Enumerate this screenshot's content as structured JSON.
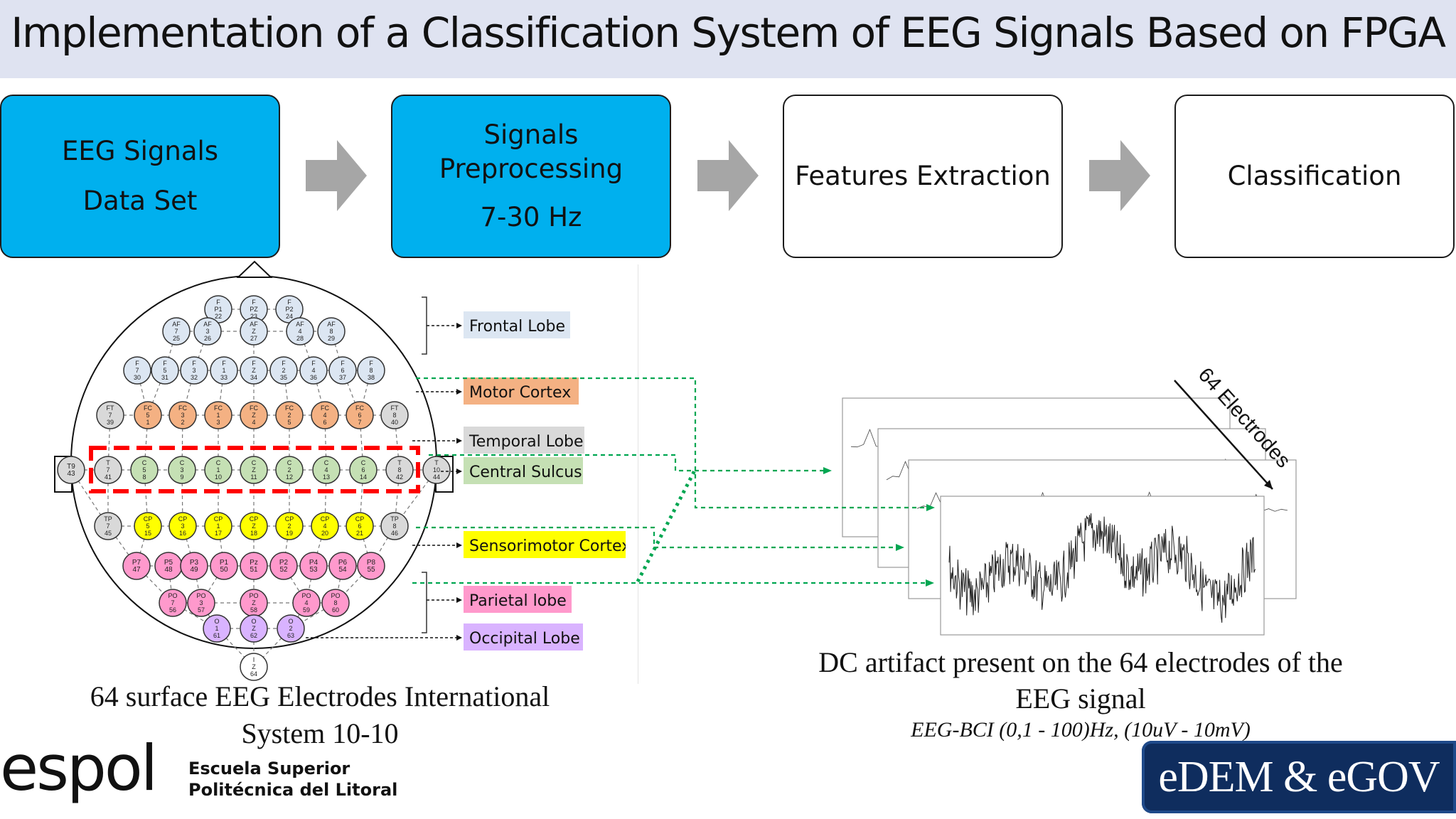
{
  "title": "Implementation of a Classification System of EEG Signals Based on FPGA",
  "stages": [
    {
      "lines": [
        "EEG Signals",
        "Data Set"
      ],
      "color": "#00b0ee"
    },
    {
      "lines": [
        "Signals",
        "Preprocessing",
        "7-30 Hz"
      ],
      "color": "#00b0ee"
    },
    {
      "lines": [
        "Features Extraction"
      ],
      "color": "#ffffff"
    },
    {
      "lines": [
        "Classification"
      ],
      "color": "#ffffff"
    }
  ],
  "arrow_color": "#a6a6a6",
  "lobes": [
    {
      "label": "Frontal Lobe",
      "color": "#dce6f2"
    },
    {
      "label": "Motor Cortex",
      "color": "#f4b183"
    },
    {
      "label": "Temporal Lobe",
      "color": "#d9d9d9"
    },
    {
      "label": "Central Sulcus",
      "color": "#c5e0b4"
    },
    {
      "label": "Sensorimotor Cortex",
      "color": "#ffff00"
    },
    {
      "label": "Parietal lobe",
      "color": "#ff99cc"
    },
    {
      "label": "Occipital Lobe",
      "color": "#d9b3ff"
    }
  ],
  "electrodes": [
    {
      "t": "F",
      "n": "P1",
      "num": "22",
      "c": "front"
    },
    {
      "t": "F",
      "n": "PZ",
      "num": "23",
      "c": "front"
    },
    {
      "t": "F",
      "n": "P2",
      "num": "24",
      "c": "front"
    },
    {
      "t": "AF",
      "n": "7",
      "num": "25",
      "c": "front"
    },
    {
      "t": "AF",
      "n": "3",
      "num": "26",
      "c": "front"
    },
    {
      "t": "AF",
      "n": "Z",
      "num": "27",
      "c": "front"
    },
    {
      "t": "AF",
      "n": "4",
      "num": "28",
      "c": "front"
    },
    {
      "t": "AF",
      "n": "8",
      "num": "29",
      "c": "front"
    },
    {
      "t": "F",
      "n": "7",
      "num": "30",
      "c": "front"
    },
    {
      "t": "F",
      "n": "5",
      "num": "31",
      "c": "front"
    },
    {
      "t": "F",
      "n": "3",
      "num": "32",
      "c": "front"
    },
    {
      "t": "F",
      "n": "1",
      "num": "33",
      "c": "front"
    },
    {
      "t": "F",
      "n": "Z",
      "num": "34",
      "c": "front"
    },
    {
      "t": "F",
      "n": "2",
      "num": "35",
      "c": "front"
    },
    {
      "t": "F",
      "n": "4",
      "num": "36",
      "c": "front"
    },
    {
      "t": "F",
      "n": "6",
      "num": "37",
      "c": "front"
    },
    {
      "t": "F",
      "n": "8",
      "num": "38",
      "c": "front"
    },
    {
      "t": "FT",
      "n": "7",
      "num": "39",
      "c": "temp"
    },
    {
      "t": "FC",
      "n": "5",
      "num": "1",
      "c": "motor"
    },
    {
      "t": "FC",
      "n": "3",
      "num": "2",
      "c": "motor"
    },
    {
      "t": "FC",
      "n": "1",
      "num": "3",
      "c": "motor"
    },
    {
      "t": "FC",
      "n": "Z",
      "num": "4",
      "c": "motor"
    },
    {
      "t": "FC",
      "n": "2",
      "num": "5",
      "c": "motor"
    },
    {
      "t": "FC",
      "n": "4",
      "num": "6",
      "c": "motor"
    },
    {
      "t": "FC",
      "n": "6",
      "num": "7",
      "c": "motor"
    },
    {
      "t": "FT",
      "n": "8",
      "num": "40",
      "c": "temp"
    },
    {
      "t": "T9",
      "n": "",
      "num": "43",
      "c": "temp"
    },
    {
      "t": "T",
      "n": "7",
      "num": "41",
      "c": "temp"
    },
    {
      "t": "C",
      "n": "5",
      "num": "8",
      "c": "central"
    },
    {
      "t": "C",
      "n": "3",
      "num": "9",
      "c": "central"
    },
    {
      "t": "C",
      "n": "1",
      "num": "10",
      "c": "central"
    },
    {
      "t": "C",
      "n": "Z",
      "num": "11",
      "c": "central"
    },
    {
      "t": "C",
      "n": "2",
      "num": "12",
      "c": "central"
    },
    {
      "t": "C",
      "n": "4",
      "num": "13",
      "c": "central"
    },
    {
      "t": "C",
      "n": "6",
      "num": "14",
      "c": "central"
    },
    {
      "t": "T",
      "n": "8",
      "num": "42",
      "c": "temp"
    },
    {
      "t": "T",
      "n": "10",
      "num": "44",
      "c": "temp"
    },
    {
      "t": "TP",
      "n": "7",
      "num": "45",
      "c": "temp"
    },
    {
      "t": "CP",
      "n": "5",
      "num": "15",
      "c": "sensor"
    },
    {
      "t": "CP",
      "n": "3",
      "num": "16",
      "c": "sensor"
    },
    {
      "t": "CP",
      "n": "1",
      "num": "17",
      "c": "sensor"
    },
    {
      "t": "CP",
      "n": "Z",
      "num": "18",
      "c": "sensor"
    },
    {
      "t": "CP",
      "n": "2",
      "num": "19",
      "c": "sensor"
    },
    {
      "t": "CP",
      "n": "4",
      "num": "20",
      "c": "sensor"
    },
    {
      "t": "CP",
      "n": "6",
      "num": "21",
      "c": "sensor"
    },
    {
      "t": "TP",
      "n": "8",
      "num": "46",
      "c": "temp"
    },
    {
      "t": "P7",
      "n": "",
      "num": "47",
      "c": "pariet"
    },
    {
      "t": "P5",
      "n": "",
      "num": "48",
      "c": "pariet"
    },
    {
      "t": "P3",
      "n": "",
      "num": "49",
      "c": "pariet"
    },
    {
      "t": "P1",
      "n": "",
      "num": "50",
      "c": "pariet"
    },
    {
      "t": "Pz",
      "n": "",
      "num": "51",
      "c": "pariet"
    },
    {
      "t": "P2",
      "n": "",
      "num": "52",
      "c": "pariet"
    },
    {
      "t": "P4",
      "n": "",
      "num": "53",
      "c": "pariet"
    },
    {
      "t": "P6",
      "n": "",
      "num": "54",
      "c": "pariet"
    },
    {
      "t": "P8",
      "n": "",
      "num": "55",
      "c": "pariet"
    },
    {
      "t": "PO",
      "n": "7",
      "num": "56",
      "c": "pariet"
    },
    {
      "t": "PO",
      "n": "3",
      "num": "57",
      "c": "pariet"
    },
    {
      "t": "PO",
      "n": "Z",
      "num": "58",
      "c": "pariet"
    },
    {
      "t": "PO",
      "n": "4",
      "num": "59",
      "c": "pariet"
    },
    {
      "t": "PO",
      "n": "8",
      "num": "60",
      "c": "pariet"
    },
    {
      "t": "O",
      "n": "1",
      "num": "61",
      "c": "occip"
    },
    {
      "t": "O",
      "n": "Z",
      "num": "62",
      "c": "occip"
    },
    {
      "t": "O",
      "n": "2",
      "num": "63",
      "c": "occip"
    },
    {
      "t": "I",
      "n": "Z",
      "num": "64",
      "c": "white"
    }
  ],
  "electrode_colors": {
    "front": "#dce6f2",
    "motor": "#f4b183",
    "temp": "#d9d9d9",
    "central": "#c5e0b4",
    "sensor": "#ffff00",
    "pariet": "#ff99cc",
    "occip": "#d9b3ff",
    "white": "#ffffff"
  },
  "highlight_color": "#ff0000",
  "connector_color": "#00a651",
  "electrodes_label": "64 Electrodes",
  "caption_left": [
    "64 surface EEG Electrodes International",
    "System 10-10"
  ],
  "caption_right": [
    "DC artifact present on the 64 electrodes of the",
    "EEG signal"
  ],
  "caption_right_sub": "EEG-BCI (0,1 - 100)Hz, (10uV - 10mV)",
  "logo_espol": {
    "mark": "espol",
    "line1": "Escuela Superior",
    "line2": "Politécnica del Litoral"
  },
  "logo_dem": "eDEM & eGOV"
}
